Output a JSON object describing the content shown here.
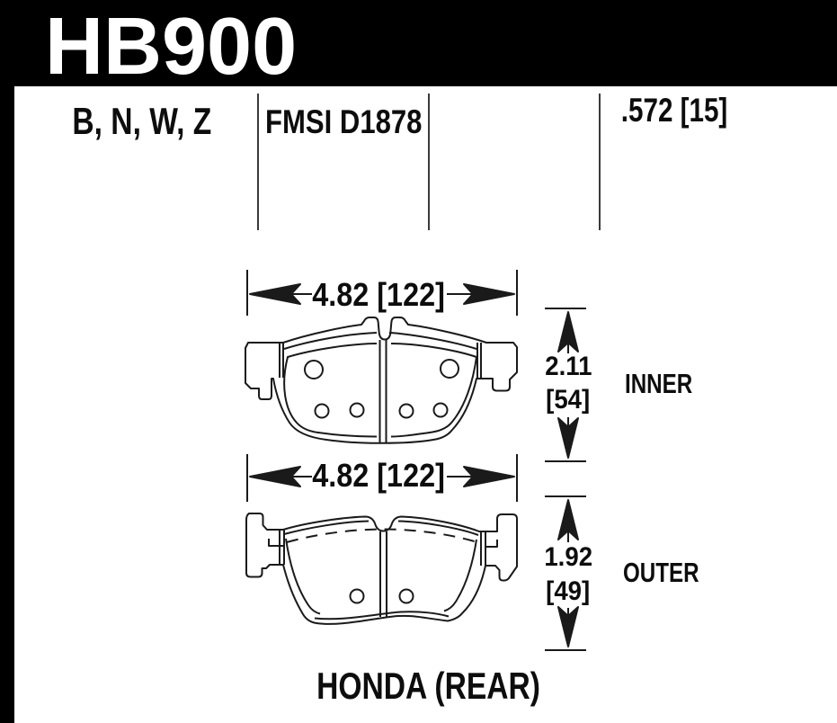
{
  "header": {
    "part_number": "HB900",
    "bar_color": "#000000",
    "text_color": "#ffffff"
  },
  "spec_row": {
    "compound_codes": "B, N, W, Z",
    "fmsi_number": "FMSI D1878",
    "thickness": ".572 [15]"
  },
  "inner_pad": {
    "label": "INNER",
    "width_dim": "4.82 [122]",
    "height_dim_in": "2.11",
    "height_dim_mm": "[54]"
  },
  "outer_pad": {
    "label": "OUTER",
    "width_dim": "4.82 [122]",
    "height_dim_in": "1.92",
    "height_dim_mm": "[49]"
  },
  "footer": {
    "application": "HONDA (REAR)"
  },
  "colors": {
    "ink": "#111111",
    "background": "#ffffff"
  }
}
